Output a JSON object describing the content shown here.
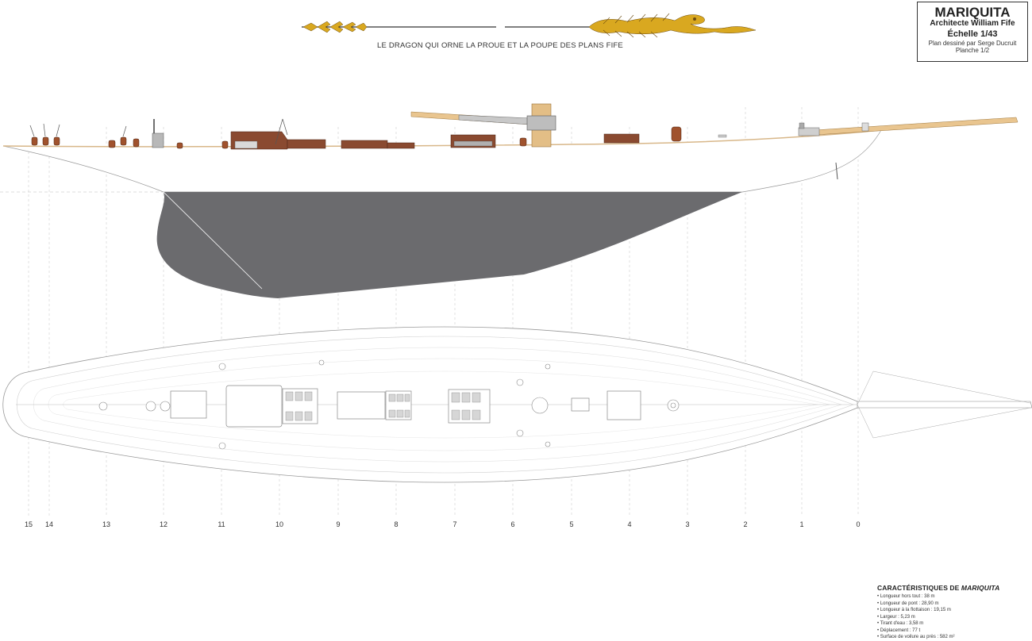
{
  "header": {
    "dragon_caption": "LE DRAGON QUI ORNE LA PROUE ET LA POUPE DES PLANS FIFE"
  },
  "title_block": {
    "name": "MARIQUITA",
    "architect": "Architecte William Fife",
    "scale": "Échelle 1/43",
    "drawn_by": "Plan dessiné par Serge Ducruit",
    "sheet": "Planche 1/2"
  },
  "stations": [
    "15",
    "14",
    "13",
    "12",
    "11",
    "10",
    "9",
    "8",
    "7",
    "6",
    "5",
    "4",
    "3",
    "2",
    "1",
    "0"
  ],
  "specs": {
    "title_prefix": "CARACTÉRISTIQUES DE ",
    "title_name": "MARIQUITA",
    "items": [
      "Longueur hors tout : 38 m",
      "Longueur de pont : 28,90 m",
      "Longueur à la flottaison : 19,15 m",
      "Largeur : 5,23 m",
      "Tirant d'eau : 3,58 m",
      "Déplacement : 77 t",
      "Surface de voilure au près : 582 m²"
    ]
  },
  "colors": {
    "keel": "#6b6b6e",
    "deck_wood": "#e6c79a",
    "spar": "#e9c58f",
    "deckhouse": "#8a4a30",
    "dragon_gold": "#d9a820",
    "line": "#9a9a9a"
  }
}
